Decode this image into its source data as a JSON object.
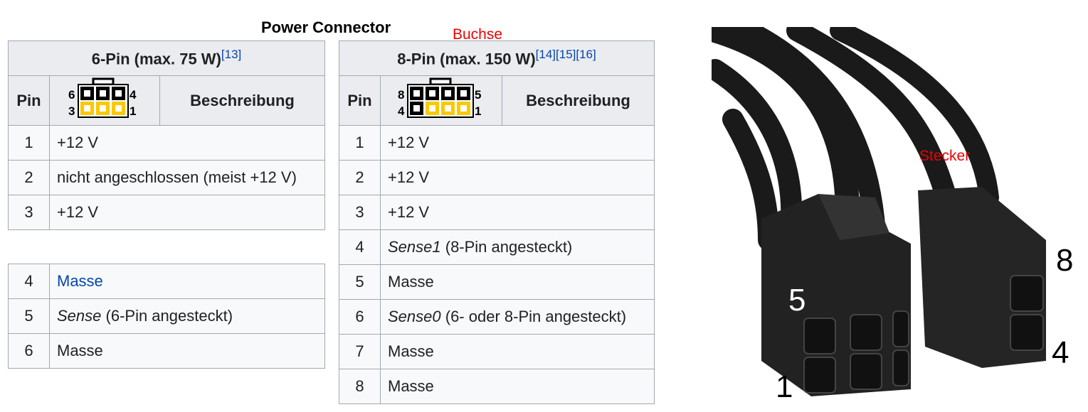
{
  "title": "Power Connector",
  "buchse_label": "Buchse",
  "stecker_label": "Stecker",
  "photo_labels": {
    "p5": "5",
    "p8": "8",
    "p1": "1",
    "p4": "4"
  },
  "colors": {
    "yellow": "#fcc800",
    "link": "#0645ad",
    "annotation": "#ee0000"
  },
  "six_pin": {
    "heading": "6-Pin",
    "heading_rest": " (max. 75 W)",
    "refs": "[13]",
    "col_pin": "Pin",
    "col_desc": "Beschreibung",
    "diagram": {
      "tl": "6",
      "tr": "4",
      "bl": "3",
      "br": "1"
    },
    "rows_top": [
      {
        "pin": "1",
        "italic": "",
        "text": "+12 V"
      },
      {
        "pin": "2",
        "italic": "",
        "text": "nicht angeschlossen (meist +12 V)"
      },
      {
        "pin": "3",
        "italic": "",
        "text": "+12 V"
      }
    ],
    "rows_bottom": [
      {
        "pin": "4",
        "italic": "",
        "text": "Masse",
        "link": true
      },
      {
        "pin": "5",
        "italic": "Sense",
        "text": " (6-Pin angesteckt)"
      },
      {
        "pin": "6",
        "italic": "",
        "text": "Masse"
      }
    ]
  },
  "eight_pin": {
    "heading": "8-Pin",
    "heading_rest": " (max. 150 W)",
    "refs": "[14][15][16]",
    "col_pin": "Pin",
    "col_desc": "Beschreibung",
    "diagram": {
      "tl": "8",
      "tr": "5",
      "bl": "4",
      "br": "1"
    },
    "rows": [
      {
        "pin": "1",
        "italic": "",
        "text": "+12 V"
      },
      {
        "pin": "2",
        "italic": "",
        "text": "+12 V"
      },
      {
        "pin": "3",
        "italic": "",
        "text": "+12 V"
      },
      {
        "pin": "4",
        "italic": "Sense1",
        "text": " (8-Pin angesteckt)"
      },
      {
        "pin": "5",
        "italic": "",
        "text": "Masse"
      },
      {
        "pin": "6",
        "italic": "Sense0",
        "text": " (6- oder 8-Pin angesteckt)"
      },
      {
        "pin": "7",
        "italic": "",
        "text": "Masse"
      },
      {
        "pin": "8",
        "italic": "",
        "text": "Masse"
      }
    ]
  }
}
